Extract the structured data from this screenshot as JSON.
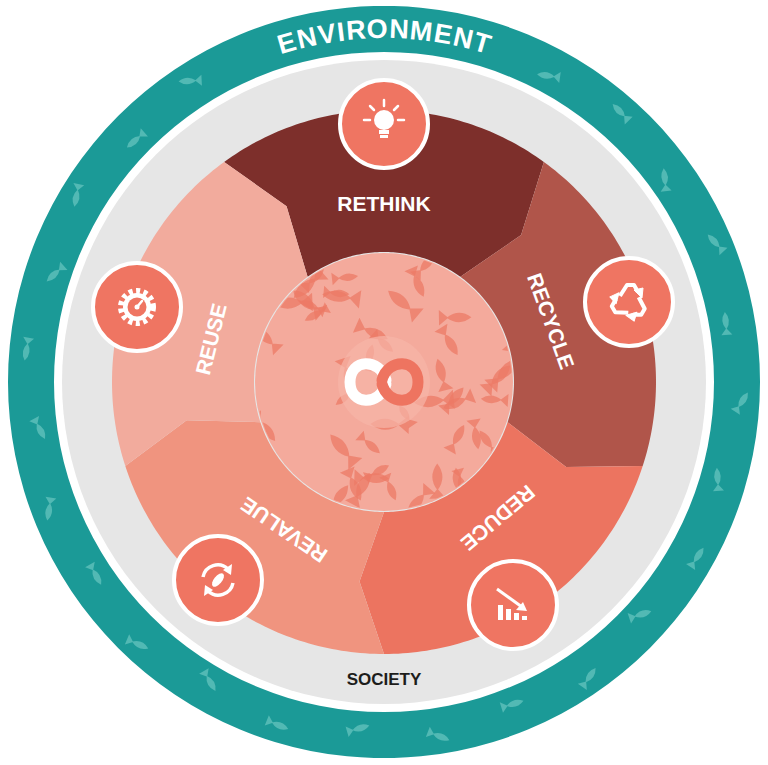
{
  "diagram": {
    "nodes": [
      {
        "text": [
          "ENVIRONMENT"
        ]
      },
      {
        "text": [
          "SOCIETY"
        ],
        "in": 0
      },
      {
        "text": [
          "RETHINK"
        ],
        "in": 1
      },
      {
        "text": [
          "RECYCLE"
        ],
        "in": 1
      },
      {
        "text": [
          "REDUCE"
        ],
        "in": 1
      },
      {
        "text": [
          "REVALUE"
        ],
        "in": 1
      },
      {
        "text": [
          "REUSE"
        ],
        "in": 1
      }
    ]
  }
}
